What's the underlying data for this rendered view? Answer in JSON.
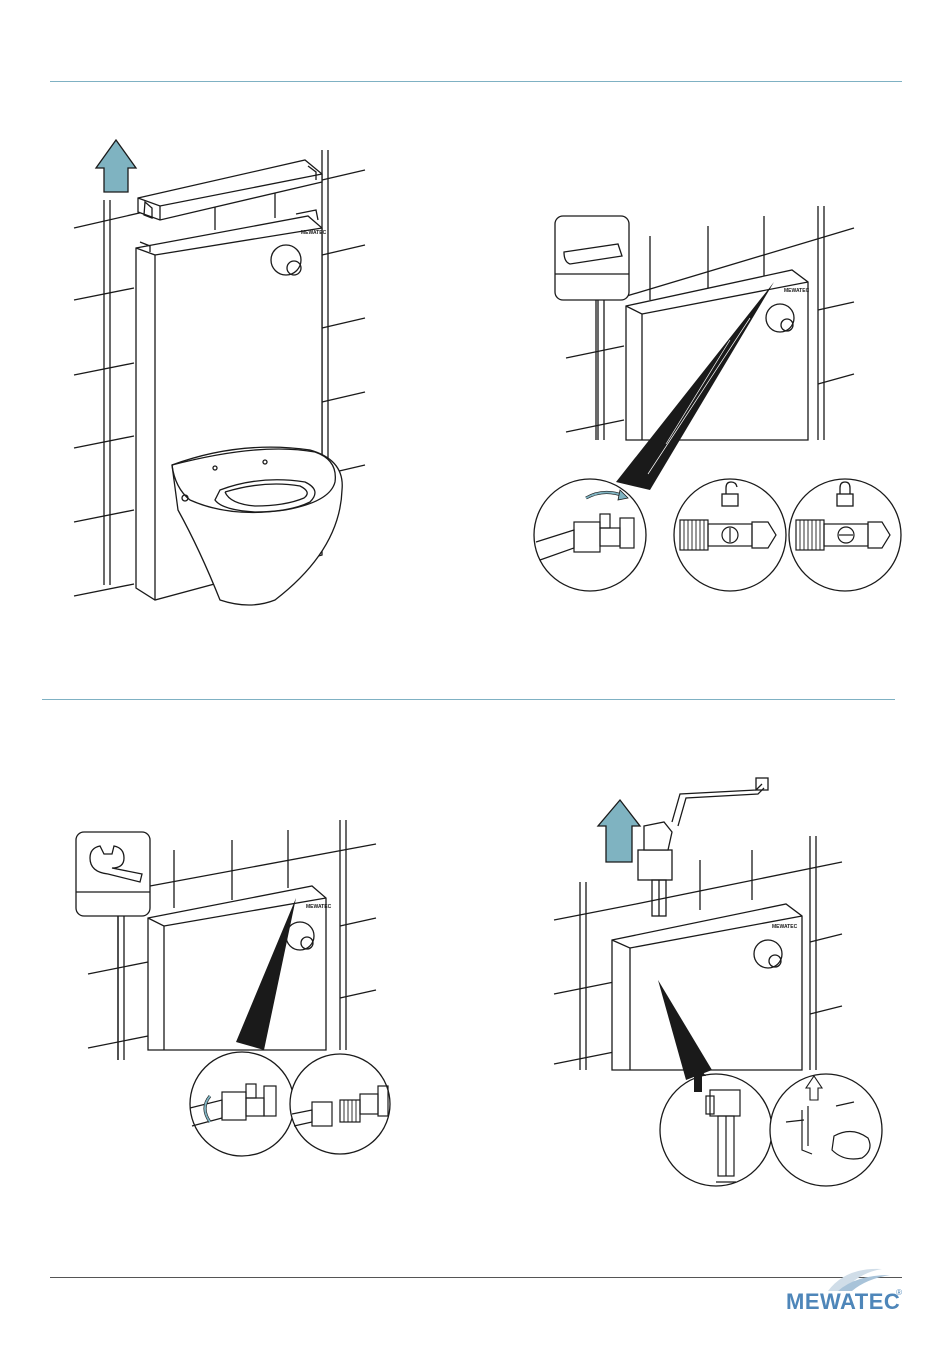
{
  "colors": {
    "rule_teal": "#7fb1c3",
    "rule_dark": "#555555",
    "arrow_teal": "#7fb3c1",
    "line": "#1a1a1a",
    "brand_blue": "#4e86b9"
  },
  "panel_tl": {
    "panel_brand": "MEWATEC"
  },
  "panel_tr": {
    "panel_brand": "MEWATEC"
  },
  "panel_bl": {
    "panel_brand": "MEWATEC"
  },
  "panel_br": {
    "panel_brand": "MEWATEC"
  },
  "footer": {
    "brand": "MEWATEC",
    "registered": "®"
  }
}
